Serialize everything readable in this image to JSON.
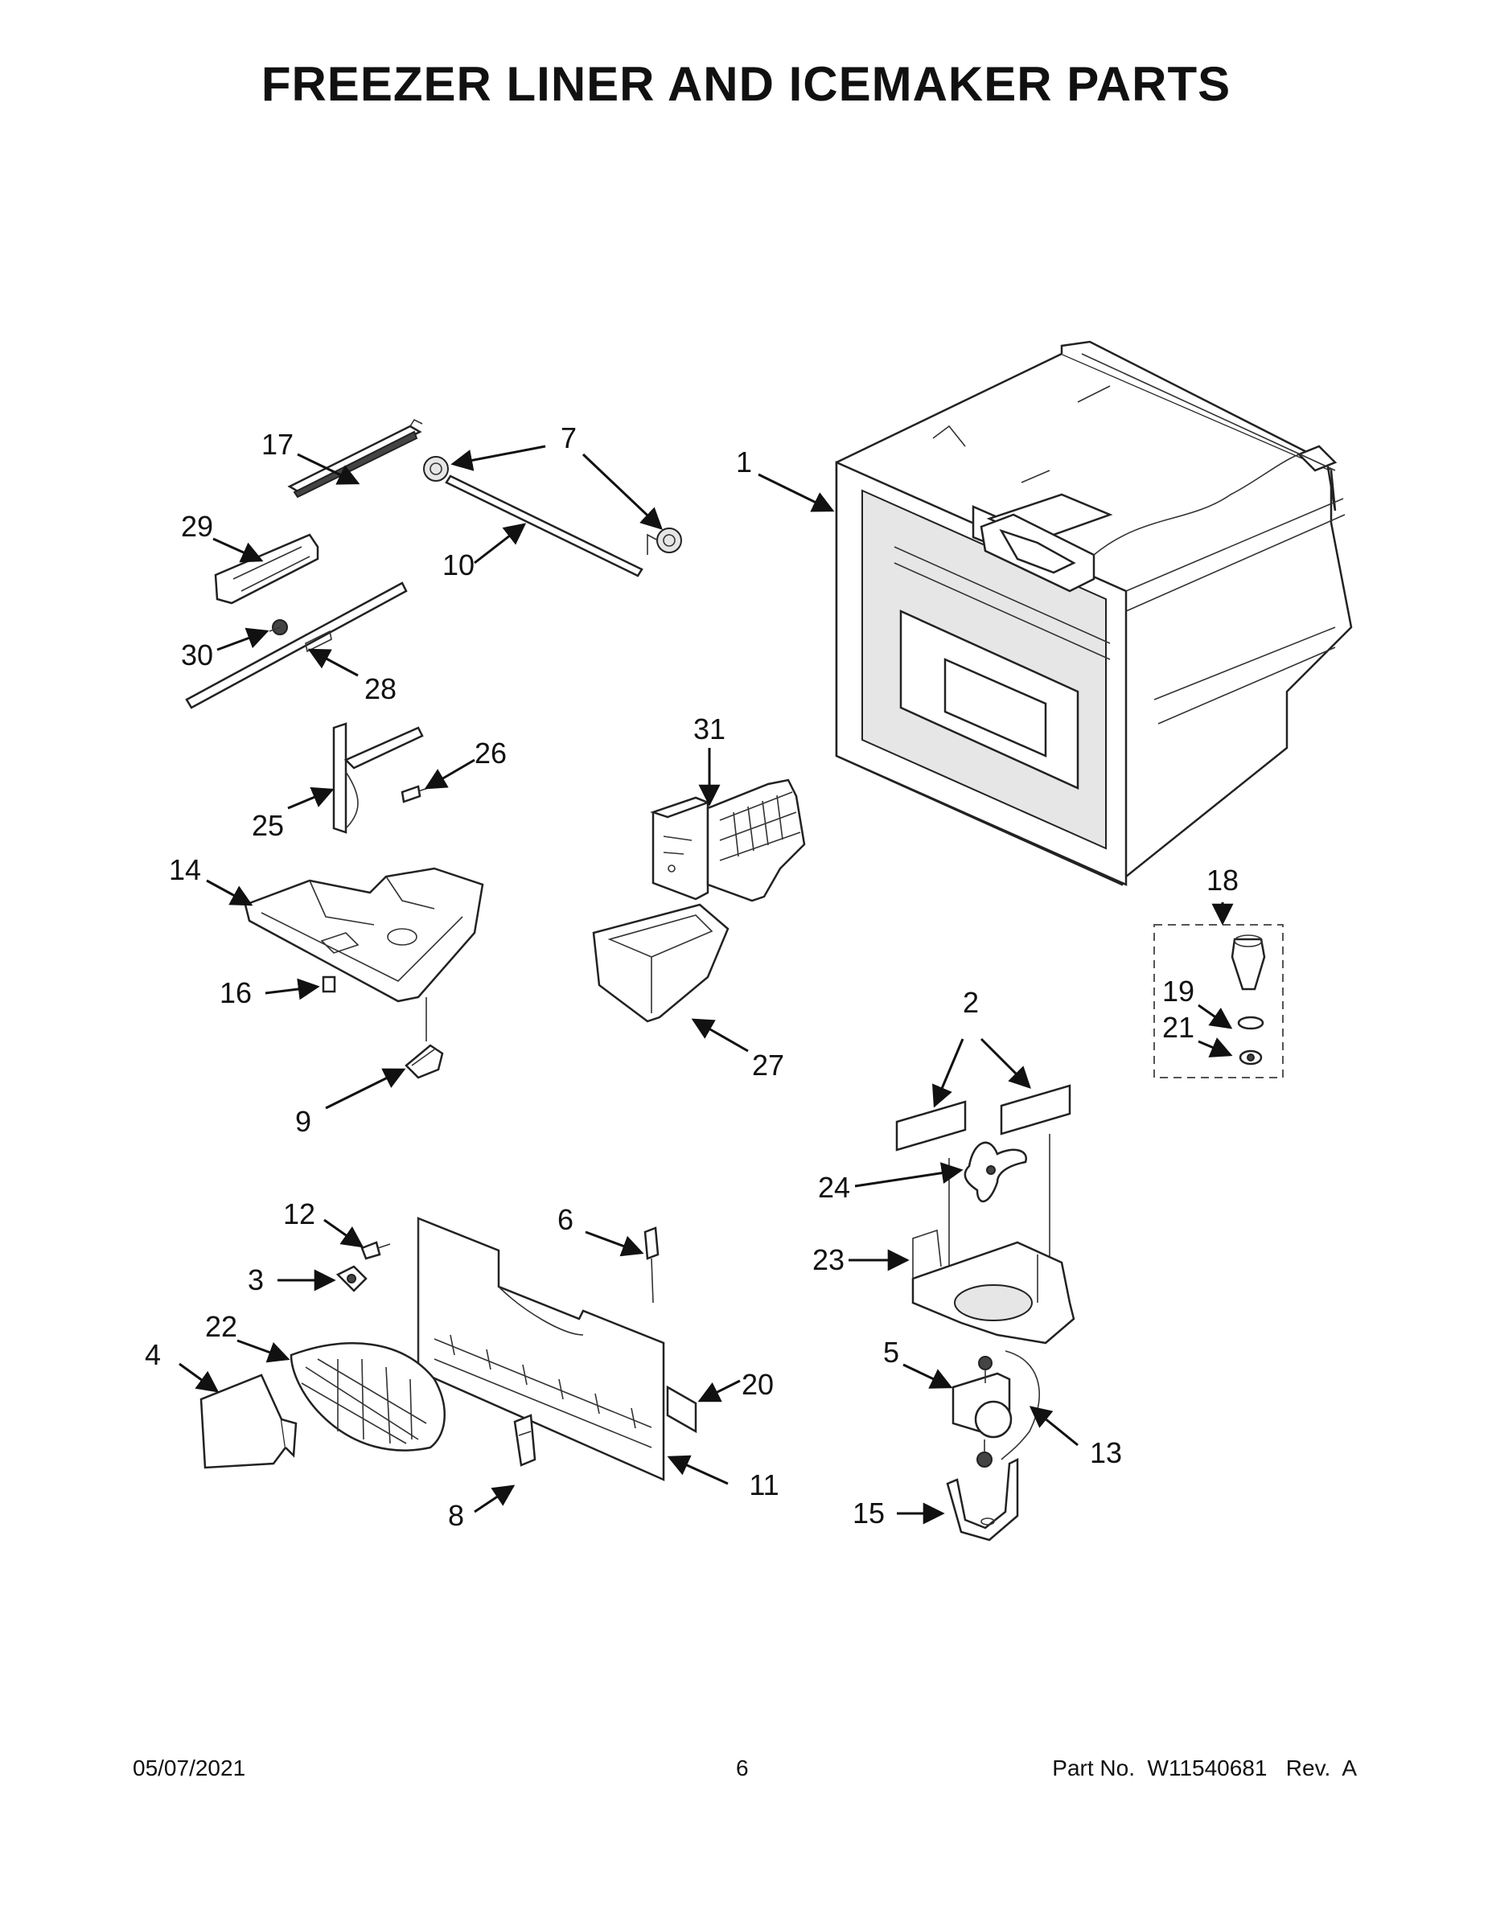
{
  "title": "FREEZER LINER AND ICEMAKER PARTS",
  "callouts": {
    "c1": "1",
    "c2": "2",
    "c3": "3",
    "c4": "4",
    "c5": "5",
    "c6": "6",
    "c7": "7",
    "c8": "8",
    "c9": "9",
    "c10": "10",
    "c11": "11",
    "c12": "12",
    "c13": "13",
    "c14": "14",
    "c15": "15",
    "c16": "16",
    "c17": "17",
    "c18": "18",
    "c19": "19",
    "c20": "20",
    "c21": "21",
    "c22": "22",
    "c23": "23",
    "c24": "24",
    "c25": "25",
    "c26": "26",
    "c27": "27",
    "c28": "28",
    "c29": "29",
    "c30": "30",
    "c31": "31"
  },
  "footer": {
    "date": "05/07/2021",
    "page": "6",
    "part_number": "Part No.  W11540681   Rev.  A"
  }
}
